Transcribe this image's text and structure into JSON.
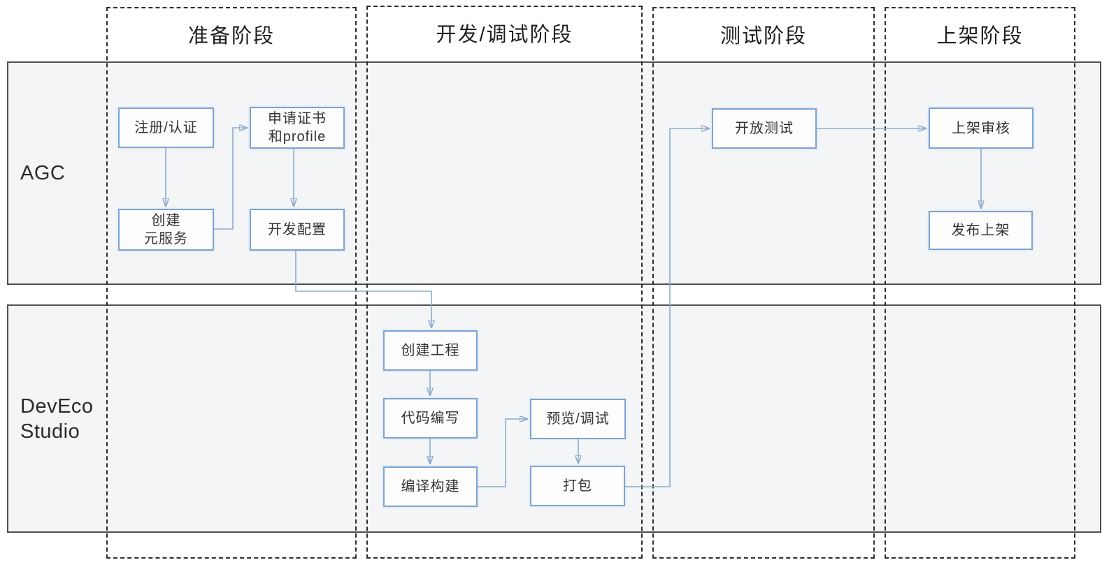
{
  "colors": {
    "lane_fill": "#f4f5f6",
    "lane_border": "#4f4f4f",
    "phase_border": "#2e2e2e",
    "node_fill": "#fdfdfe",
    "node_border": "#7da4d2",
    "node_text": "#333333",
    "edge_stroke": "#8cabd1",
    "arrow_fill": "#4a7dbf",
    "header_text": "#1f1f1f"
  },
  "diagram": {
    "phases": [
      {
        "id": "prepare",
        "label": "准备阶段"
      },
      {
        "id": "develop_debug",
        "label": "开发/调试阶段"
      },
      {
        "id": "test",
        "label": "测试阶段"
      },
      {
        "id": "release",
        "label": "上架阶段"
      }
    ],
    "lanes": [
      {
        "id": "agc",
        "label": "AGC"
      },
      {
        "id": "deveco",
        "label": "DevEco Studio",
        "line1": "DevEco",
        "line2": "Studio"
      }
    ],
    "nodes": {
      "register": {
        "label": "注册/认证",
        "lane": "AGC",
        "phase": "准备阶段"
      },
      "cert": {
        "line1": "申请证书",
        "line2": "和profile",
        "lane": "AGC",
        "phase": "准备阶段"
      },
      "create_service": {
        "line1": "创建",
        "line2": "元服务",
        "lane": "AGC",
        "phase": "准备阶段"
      },
      "dev_config": {
        "label": "开发配置",
        "lane": "AGC",
        "phase": "准备阶段"
      },
      "open_test": {
        "label": "开放测试",
        "lane": "AGC",
        "phase": "测试阶段"
      },
      "review": {
        "label": "上架审核",
        "lane": "AGC",
        "phase": "上架阶段"
      },
      "publish": {
        "label": "发布上架",
        "lane": "AGC",
        "phase": "上架阶段"
      },
      "create_project": {
        "label": "创建工程",
        "lane": "DevEco Studio",
        "phase": "开发/调试阶段"
      },
      "code_write": {
        "label": "代码编写",
        "lane": "DevEco Studio",
        "phase": "开发/调试阶段"
      },
      "build": {
        "label": "编译构建",
        "lane": "DevEco Studio",
        "phase": "开发/调试阶段"
      },
      "preview_debug": {
        "label": "预览/调试",
        "lane": "DevEco Studio",
        "phase": "开发/调试阶段"
      },
      "package": {
        "label": "打包",
        "lane": "DevEco Studio",
        "phase": "开发/调试阶段"
      }
    },
    "edges": [
      {
        "from": "register",
        "to": "create_service"
      },
      {
        "from": "create_service",
        "to": "cert"
      },
      {
        "from": "cert",
        "to": "dev_config"
      },
      {
        "from": "dev_config",
        "to": "create_project"
      },
      {
        "from": "create_project",
        "to": "code_write"
      },
      {
        "from": "code_write",
        "to": "build"
      },
      {
        "from": "build",
        "to": "preview_debug"
      },
      {
        "from": "preview_debug",
        "to": "package"
      },
      {
        "from": "package",
        "to": "open_test"
      },
      {
        "from": "open_test",
        "to": "review"
      },
      {
        "from": "review",
        "to": "publish"
      }
    ]
  }
}
